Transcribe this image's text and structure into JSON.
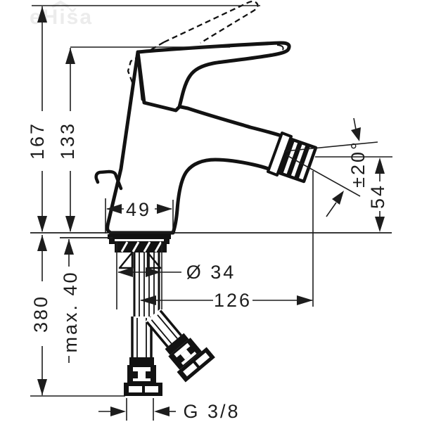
{
  "watermark": {
    "text": "eHiša"
  },
  "drawing": {
    "kind": "technical-dimension-drawing",
    "subject": "single-lever bidet mixer faucet, side view with supply hoses"
  },
  "dimensions": {
    "total_height": "167",
    "body_height": "133",
    "base_width": "49",
    "swivel_angle": "±20°",
    "outlet_height": "54",
    "hole_diameter": "Ø 34",
    "max_deck_thickness": "max. 40",
    "hose_length": "380",
    "reach": "126",
    "connection_thread": "G 3/8"
  },
  "colors": {
    "ink": "#1d1d1d",
    "paper": "#ffffff",
    "watermark": "#ececec"
  }
}
